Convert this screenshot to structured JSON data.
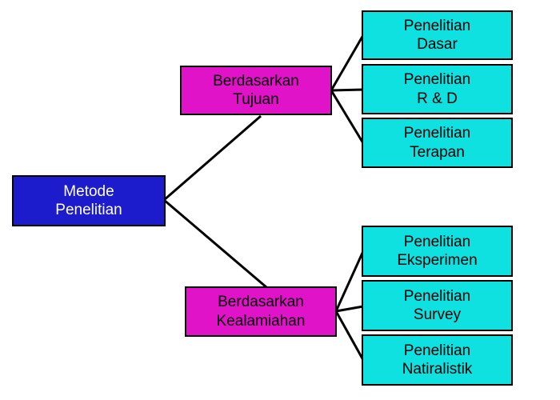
{
  "diagram": {
    "background": "#ffffff",
    "line_color": "#000000",
    "nodes": {
      "root": {
        "label": "Metode\nPenelitian",
        "fill": "#1c1ccd",
        "text_color": "#ffffff"
      },
      "tujuan": {
        "label": "Berdasarkan\nTujuan",
        "fill": "#e013c8",
        "text_color": "#000000"
      },
      "kealamiahan": {
        "label": "Berdasarkan\nKealamiahan",
        "fill": "#e013c8",
        "text_color": "#000000"
      },
      "dasar": {
        "label": "Penelitian\nDasar",
        "fill": "#0fe0e0",
        "text_color": "#000000"
      },
      "rnd": {
        "label": "Penelitian\nR & D",
        "fill": "#0fe0e0",
        "text_color": "#000000"
      },
      "terapan": {
        "label": "Penelitian\nTerapan",
        "fill": "#0fe0e0",
        "text_color": "#000000"
      },
      "eksperimen": {
        "label": "Penelitian\nEksperimen",
        "fill": "#0fe0e0",
        "text_color": "#000000"
      },
      "survey": {
        "label": "Penelitian\nSurvey",
        "fill": "#0fe0e0",
        "text_color": "#000000"
      },
      "natiralistik": {
        "label": "Penelitian\nNatiralistik",
        "fill": "#0fe0e0",
        "text_color": "#000000"
      }
    },
    "edges": [
      {
        "from": "root",
        "to": "tujuan"
      },
      {
        "from": "root",
        "to": "kealamiahan"
      },
      {
        "from": "tujuan",
        "to": "dasar"
      },
      {
        "from": "tujuan",
        "to": "rnd"
      },
      {
        "from": "tujuan",
        "to": "terapan"
      },
      {
        "from": "kealamiahan",
        "to": "eksperimen"
      },
      {
        "from": "kealamiahan",
        "to": "survey"
      },
      {
        "from": "kealamiahan",
        "to": "natiralistik"
      }
    ]
  }
}
